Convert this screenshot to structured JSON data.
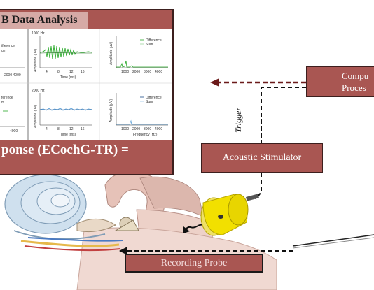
{
  "panel": {
    "title": "B Data Analysis",
    "caption": "ponse (ECochG-TR) ="
  },
  "plots": {
    "top_left_scale": "1000 Hz",
    "bottom_left_scale": "2000 Hz",
    "y_label": "Amplitude (μV)",
    "x_label_time": "Time (ms)",
    "x_label_freq": "Frequency (Hz)",
    "time_ticks": [
      "4",
      "8",
      "12",
      "16"
    ],
    "freq_ticks_top": [
      "1000",
      "2000",
      "3000",
      "4000"
    ],
    "freq_ticks_bottom": [
      "1000",
      "2000",
      "3000",
      "4000"
    ],
    "legend_difference": "Difference",
    "legend_sum": "Sum",
    "partial_left_top": [
      "ifference",
      "um"
    ],
    "partial_left_ticks": "2000   4000",
    "partial_left_bottom": [
      "ference",
      "m"
    ],
    "partial_left_tick_bottom": "4000"
  },
  "computer": {
    "line1": "Compu",
    "line2": "Proces"
  },
  "stimulator": {
    "label": "Acoustic Stimulator"
  },
  "trigger": {
    "label": "Trigger"
  },
  "probe": {
    "label": "Recording Probe"
  },
  "colors": {
    "panel": "#a95652",
    "panel_title_bg": "#d6aaa6",
    "difference_trace": "#2aa92a",
    "sum_trace_blue": "#5aa0d8",
    "dashed_arrow_red": "#6b1a1a",
    "dashed_line": "#111111",
    "earplug_yellow": "#f2e000"
  }
}
